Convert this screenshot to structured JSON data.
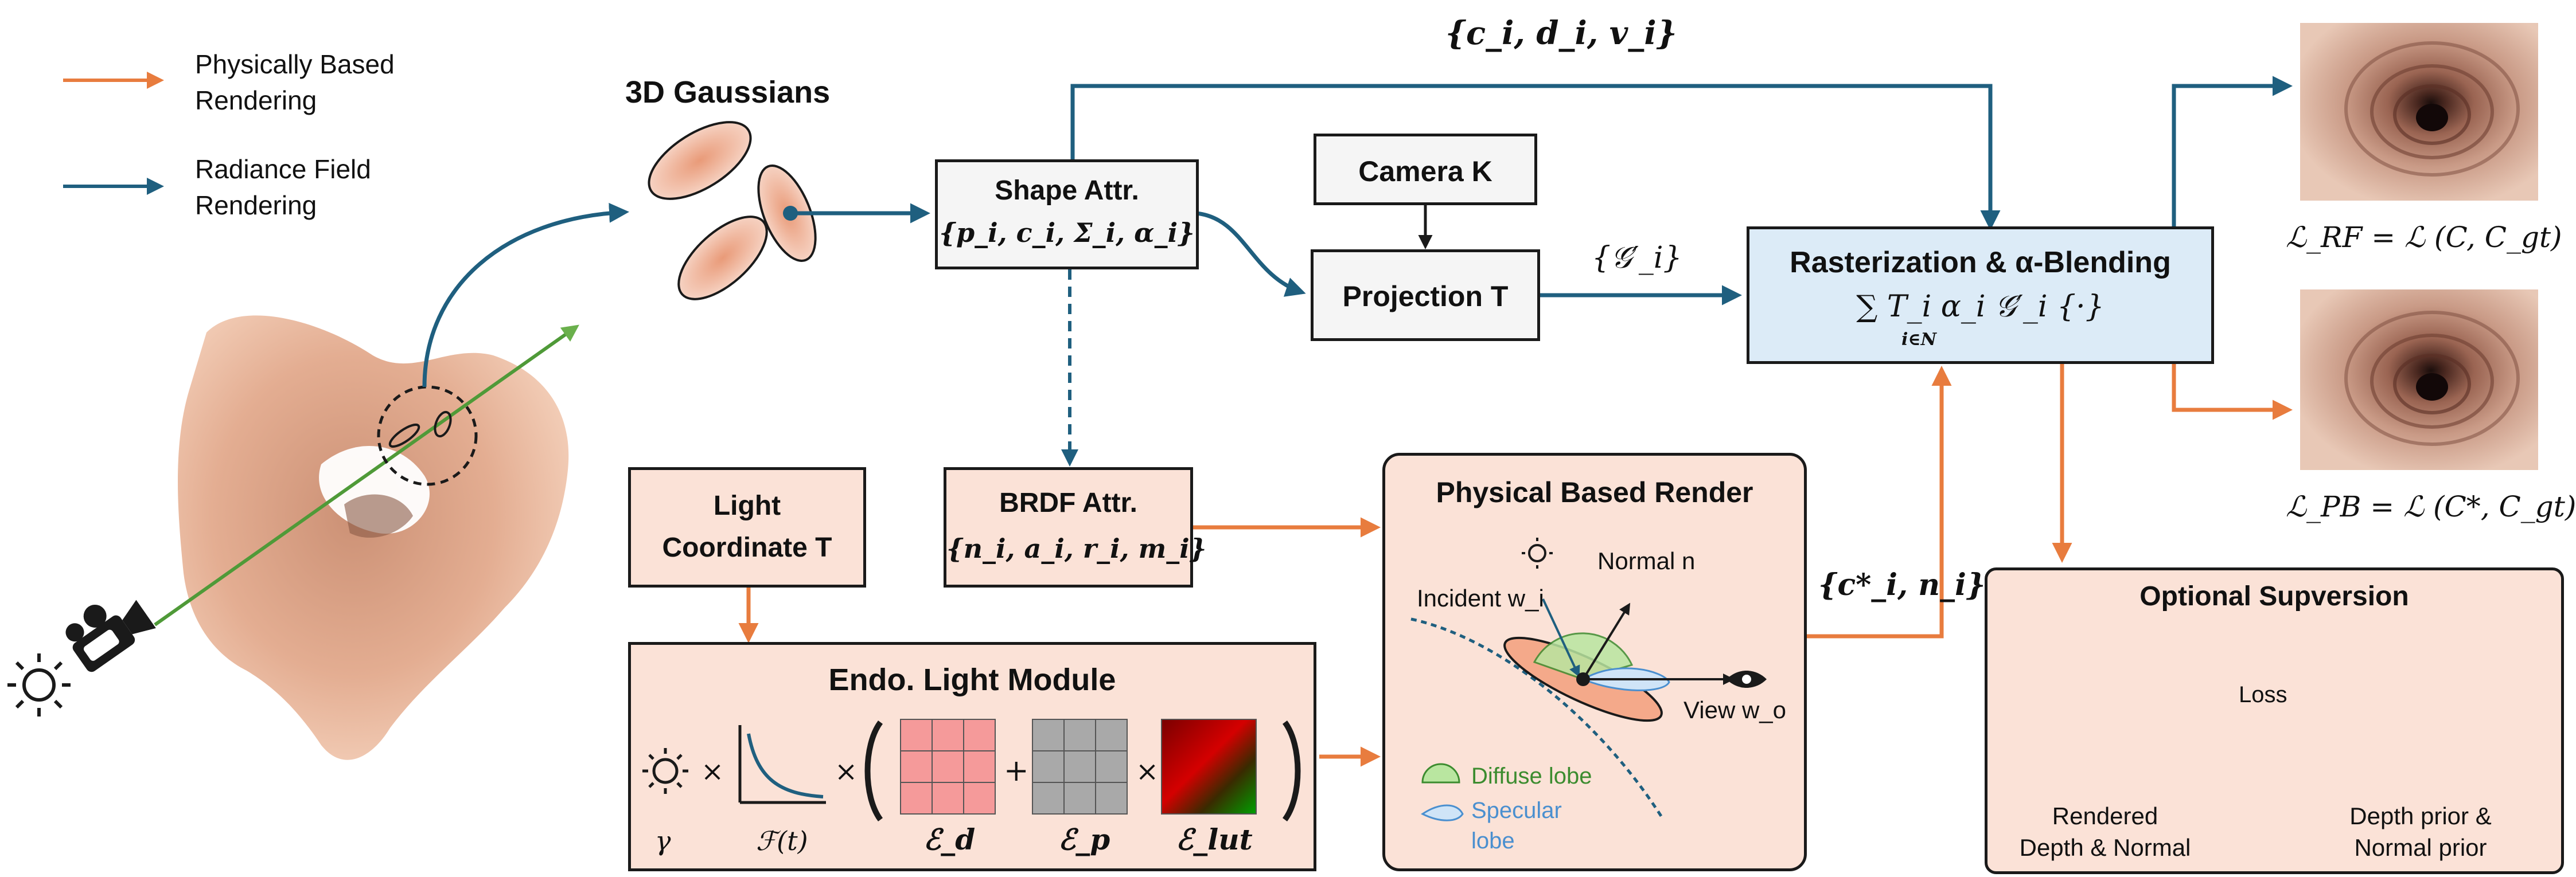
{
  "colors": {
    "pbr_arrow": "#e87c3e",
    "rf_arrow": "#1f5f7f",
    "box_fill_white": "#f5f5f5",
    "box_fill_peach": "#fbe2d7",
    "box_fill_blue": "#dcebf7",
    "diffuse": "#3c8c2f",
    "specular": "#4a8fcf"
  },
  "legend": {
    "pbr_line1": "Physically Based",
    "pbr_line2": "Rendering",
    "rf_line1": "Radiance Field",
    "rf_line2": "Rendering"
  },
  "gaussians": {
    "title": "3D Gaussians"
  },
  "shape": {
    "title": "Shape Attr.",
    "formula": "{p_i, c_i, Σ_i, α_i}"
  },
  "camera": {
    "title": "Camera K"
  },
  "projection": {
    "title": "Projection T"
  },
  "g_prime": "{𝒢′_i}",
  "top_label": "{c_i, d_i, v_i}",
  "raster": {
    "title": "Rasterization & α-Blending",
    "formula": "∑ T_i α_i 𝒢′_i {·}",
    "sub": "i∈N"
  },
  "brdf": {
    "title": "BRDF Attr.",
    "formula": "{n_i, a_i, r_i, m_i}"
  },
  "light_coord": {
    "line1": "Light",
    "line2": "Coordinate T"
  },
  "endo": {
    "title": "Endo. Light Module",
    "gamma": "γ",
    "ft": "ℱ(t)",
    "ed": "ℰ_d",
    "ep": "ℰ_p",
    "elut": "ℰ_lut",
    "times": "×",
    "plus": "+"
  },
  "pbr": {
    "title": "Physical Based Render",
    "normal": "Normal n",
    "incident": "Incident w_i",
    "view": "View w_o",
    "diffuse": "Diffuse lobe",
    "specular_line1": "Specular",
    "specular_line2": "lobe"
  },
  "c_star": "{c*_i, n_i}",
  "loss_rf": "ℒ_RF = ℒ (C, C_gt)",
  "loss_pb": "ℒ_PB = ℒ (C*, C_gt)",
  "optional": {
    "title": "Optional Supversion",
    "loss": "Loss",
    "rendered_line1": "Rendered",
    "rendered_line2": "Depth & Normal",
    "prior_line1": "Depth prior &",
    "prior_line2": "Normal prior"
  }
}
